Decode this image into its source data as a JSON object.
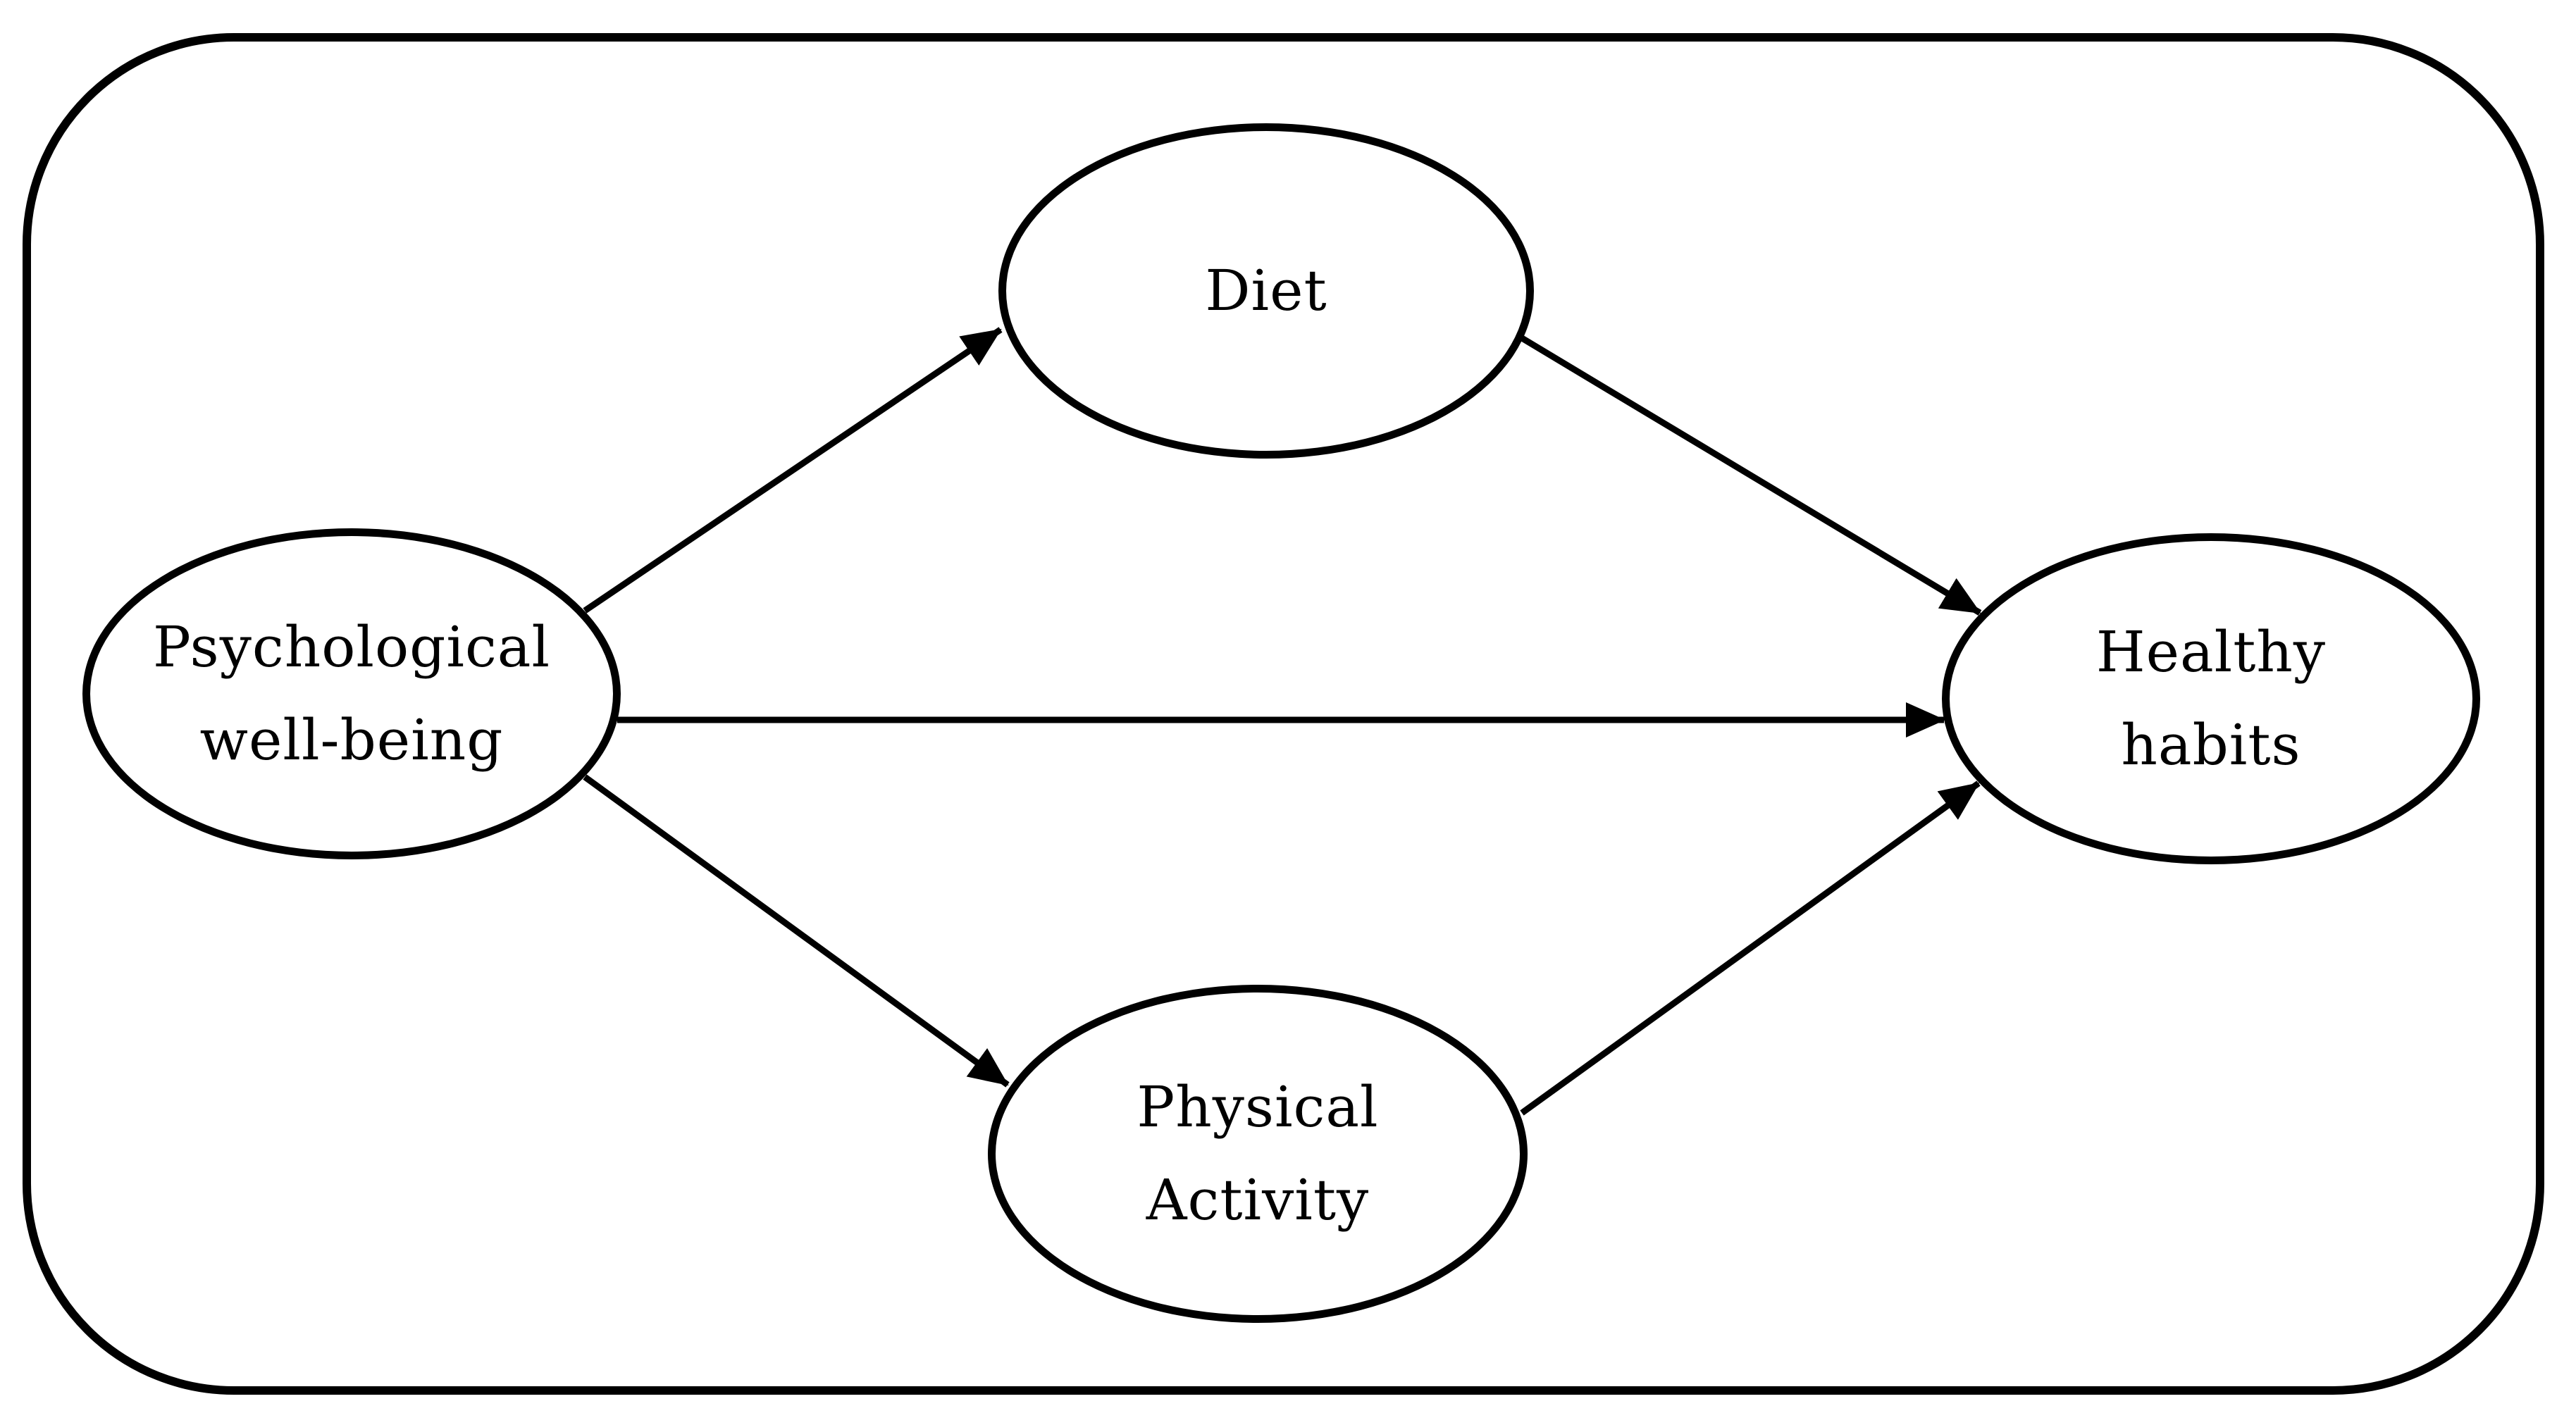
{
  "figure": {
    "kind": "path-diagram",
    "background_color": "#ffffff",
    "line_color": "#000000",
    "text_color": "#000000"
  },
  "nodes": [
    {
      "id": "psychological-well-being",
      "lines": [
        "Psychological",
        "well-being"
      ]
    },
    {
      "id": "diet",
      "lines": [
        "Diet"
      ]
    },
    {
      "id": "physical-activity",
      "lines": [
        "Physical",
        "Activity"
      ]
    },
    {
      "id": "healthy-habits",
      "lines": [
        "Healthy",
        "habits"
      ]
    }
  ],
  "edges": [
    {
      "from": "psychological-well-being",
      "to": "diet"
    },
    {
      "from": "psychological-well-being",
      "to": "healthy-habits"
    },
    {
      "from": "psychological-well-being",
      "to": "physical-activity"
    },
    {
      "from": "diet",
      "to": "healthy-habits"
    },
    {
      "from": "physical-activity",
      "to": "healthy-habits"
    }
  ]
}
